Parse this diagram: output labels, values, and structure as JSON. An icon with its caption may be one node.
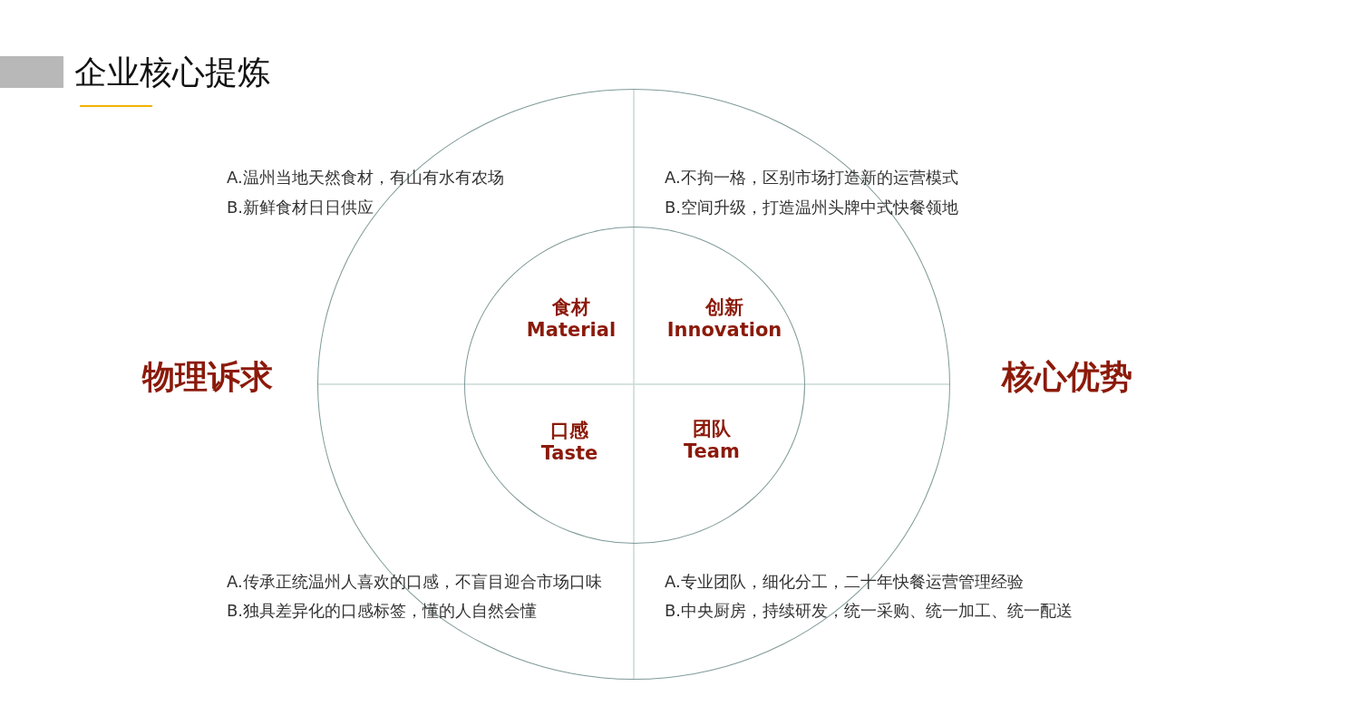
{
  "diagram": {
    "title": "企业核心提炼",
    "nodes": [
      {
        "text": [],
        "shape": "circle"
      },
      {
        "text": [],
        "shape": "circle",
        "in": 0
      },
      {
        "text": [
          "食材",
          "Material"
        ],
        "in": 1
      },
      {
        "text": [
          "创新",
          "Innovation"
        ],
        "in": 1
      },
      {
        "text": [
          "口感",
          "Taste"
        ],
        "in": 1
      },
      {
        "text": [
          "团队",
          "Team"
        ],
        "in": 1
      }
    ],
    "labels": [
      "A.温州当地天然食材，有山有水有农场",
      "B.新鲜食材日日供应",
      "A.不拘一格，区别市场打造新的运营模式",
      "B.空间升级，打造温州头牌中式快餐领地",
      "物理诉求",
      "核心优势",
      "A.传承正统温州人喜欢的口感，不盲目迎合市场口味",
      "B.独具差异化的口感标签，懂的人自然会懂",
      "A.专业团队，细化分工，二十年快餐运营管理经验",
      "B.中央厨房，持续研发，统一采购、统一加工、统一配送"
    ]
  }
}
